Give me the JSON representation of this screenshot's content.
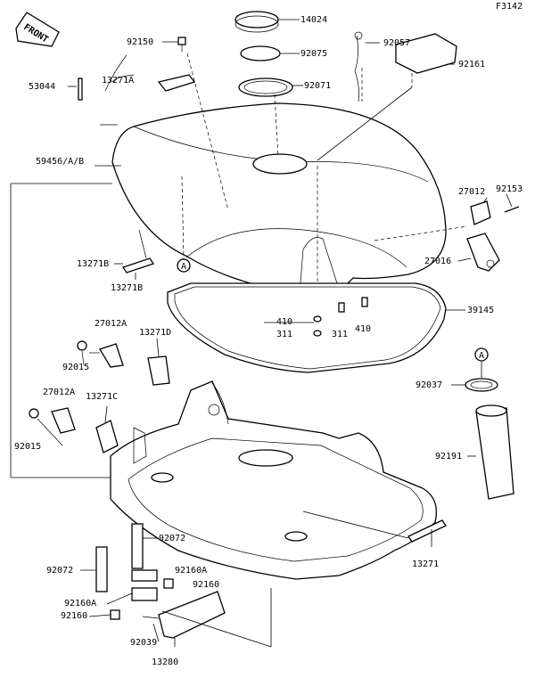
{
  "figure_code": "F3142",
  "front_badge": "FRONT",
  "ref_marker": "A",
  "part_labels": {
    "p14024": "14024",
    "p92150": "92150",
    "p92075": "92075",
    "p92057": "92057",
    "p53044": "53044",
    "p13271A": "13271A",
    "p92071": "92071",
    "p92161": "92161",
    "p59456": "59456/A/B",
    "p27012": "27012",
    "p92153": "92153",
    "p27016": "27016",
    "p13271B_top": "13271B",
    "p13271B_bot": "13271B",
    "p410_a": "410",
    "p410_b": "410",
    "p311_a": "311",
    "p311_b": "311",
    "p39145": "39145",
    "p27012A_top": "27012A",
    "p13271D": "13271D",
    "p92015_top": "92015",
    "p92037": "92037",
    "p27012A_bot": "27012A",
    "p13271C": "13271C",
    "p92015_bot": "92015",
    "p92191": "92191",
    "p92072_right": "92072",
    "p92072_left": "92072",
    "p92160A_right": "92160A",
    "p92160_right": "92160",
    "p92160A_left": "92160A",
    "p92160_left": "92160",
    "p92039": "92039",
    "p13280": "13280",
    "p13271": "13271"
  }
}
